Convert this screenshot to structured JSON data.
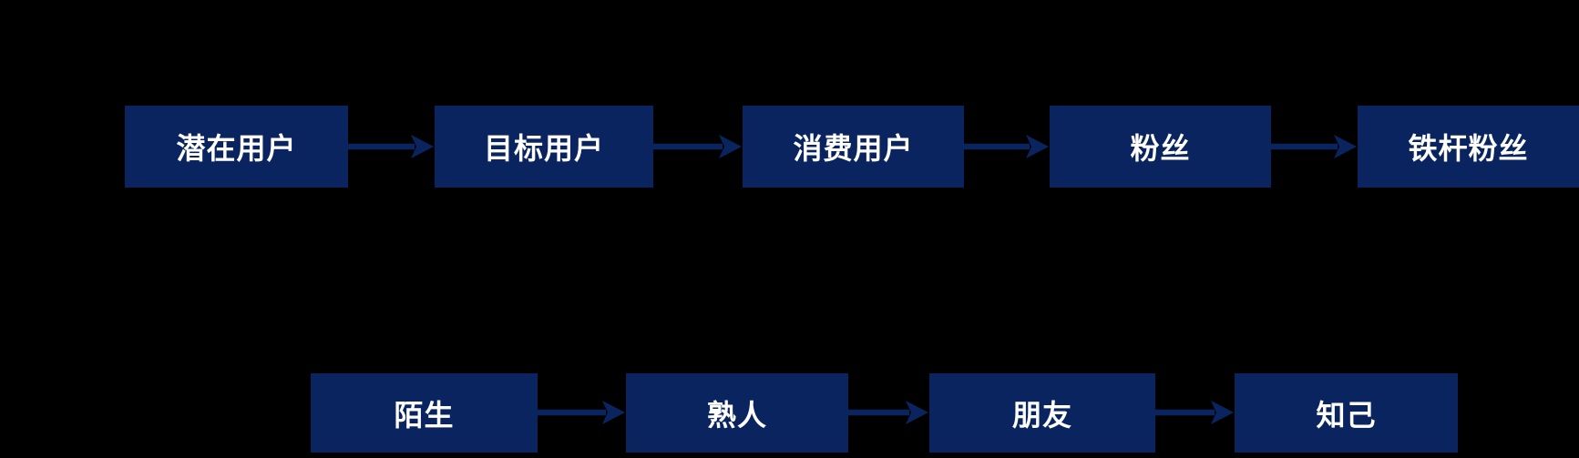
{
  "diagram": {
    "rows": [
      {
        "nodes": [
          {
            "label": "潜在用户"
          },
          {
            "label": "目标用户"
          },
          {
            "label": "消费用户"
          },
          {
            "label": "粉丝"
          },
          {
            "label": "铁杆粉丝"
          }
        ]
      },
      {
        "nodes": [
          {
            "label": "陌生"
          },
          {
            "label": "熟人"
          },
          {
            "label": "朋友"
          },
          {
            "label": "知己"
          }
        ]
      }
    ]
  },
  "colors": {
    "background": "#000000",
    "node-fill": "#0a2460",
    "arrow": "#0a2460",
    "node-text": "#ffffff"
  }
}
